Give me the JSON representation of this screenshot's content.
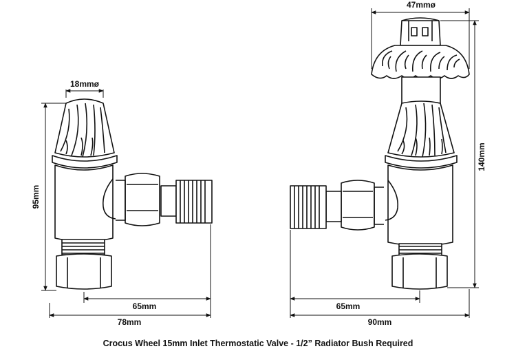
{
  "dimensions": {
    "left_valve": {
      "head_diameter": "18mmø",
      "height": "95mm",
      "inlet_offset": "65mm",
      "overall_width": "78mm"
    },
    "right_valve": {
      "head_diameter": "47mmø",
      "height": "140mm",
      "inlet_offset": "65mm",
      "overall_width": "90mm"
    }
  },
  "caption": "Crocus Wheel 15mm Inlet Thermostatic Valve - 1/2” Radiator Bush Required",
  "colors": {
    "line": "#111111",
    "background": "#ffffff"
  }
}
